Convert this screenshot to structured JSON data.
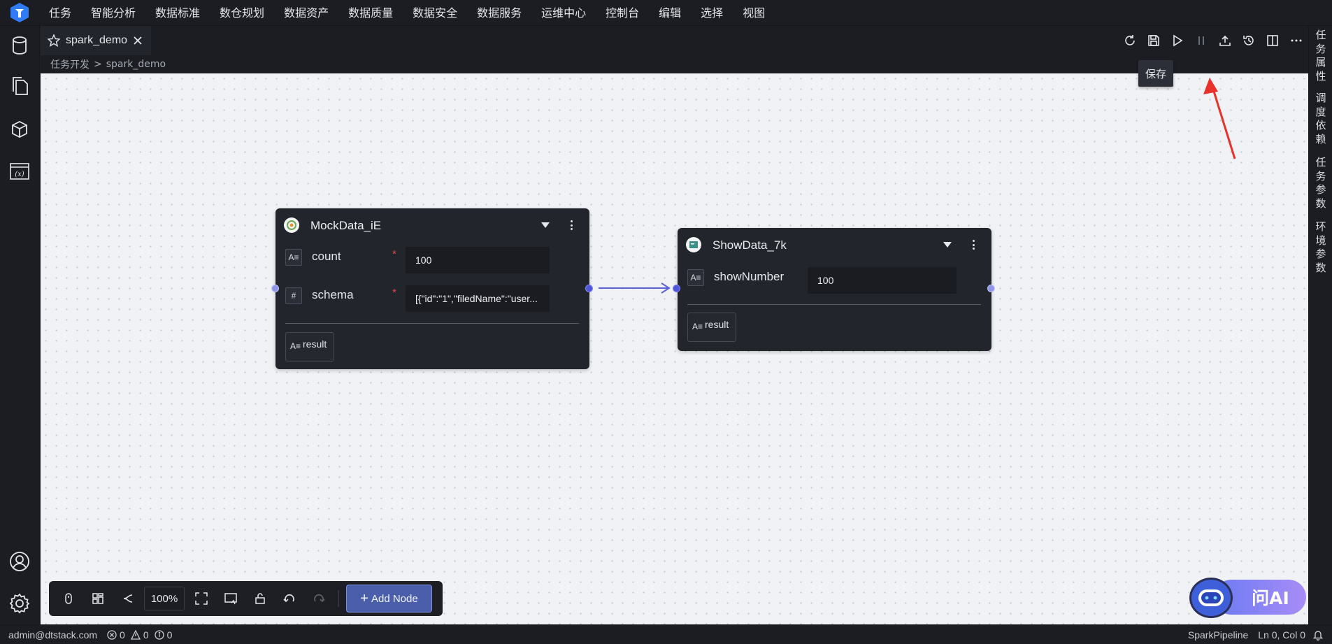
{
  "menu": [
    "任务",
    "智能分析",
    "数据标准",
    "数仓规划",
    "数据资产",
    "数据质量",
    "数据安全",
    "数据服务",
    "运维中心",
    "控制台",
    "编辑",
    "选择",
    "视图"
  ],
  "tab": {
    "label": "spark_demo"
  },
  "breadcrumb": {
    "root": "任务开发",
    "separator": ">",
    "current": "spark_demo"
  },
  "tooltip": "保存",
  "right_tabs": [
    "任务属性",
    "调度依赖",
    "任务参数",
    "环境参数"
  ],
  "nodes": {
    "mock": {
      "title": "MockData_iE",
      "params": [
        {
          "icon": "A≡",
          "label": "count",
          "value": "100"
        },
        {
          "icon": "#",
          "label": "schema",
          "value": "[{\"id\":\"1\",\"filedName\":\"user..."
        }
      ],
      "output": {
        "icon": "A≡",
        "label": "result"
      }
    },
    "show": {
      "title": "ShowData_7k",
      "params": [
        {
          "icon": "A≡",
          "label": "showNumber",
          "value": "100"
        }
      ],
      "output": {
        "icon": "A≡",
        "label": "result"
      }
    }
  },
  "required_mark": "*",
  "canvas_tools": {
    "zoom": "100%",
    "add_node": "Add Node"
  },
  "ai": {
    "label": "问AI"
  },
  "status": {
    "user": "admin@dtstack.com",
    "errors": "0",
    "warnings": "0",
    "infos": "0",
    "language": "SparkPipeline",
    "position": "Ln 0, Col 0"
  },
  "colors": {
    "accent": "#4b5eab",
    "port": "#8f95e8",
    "edge": "#5a62d6",
    "arrow": "#e8312a"
  }
}
